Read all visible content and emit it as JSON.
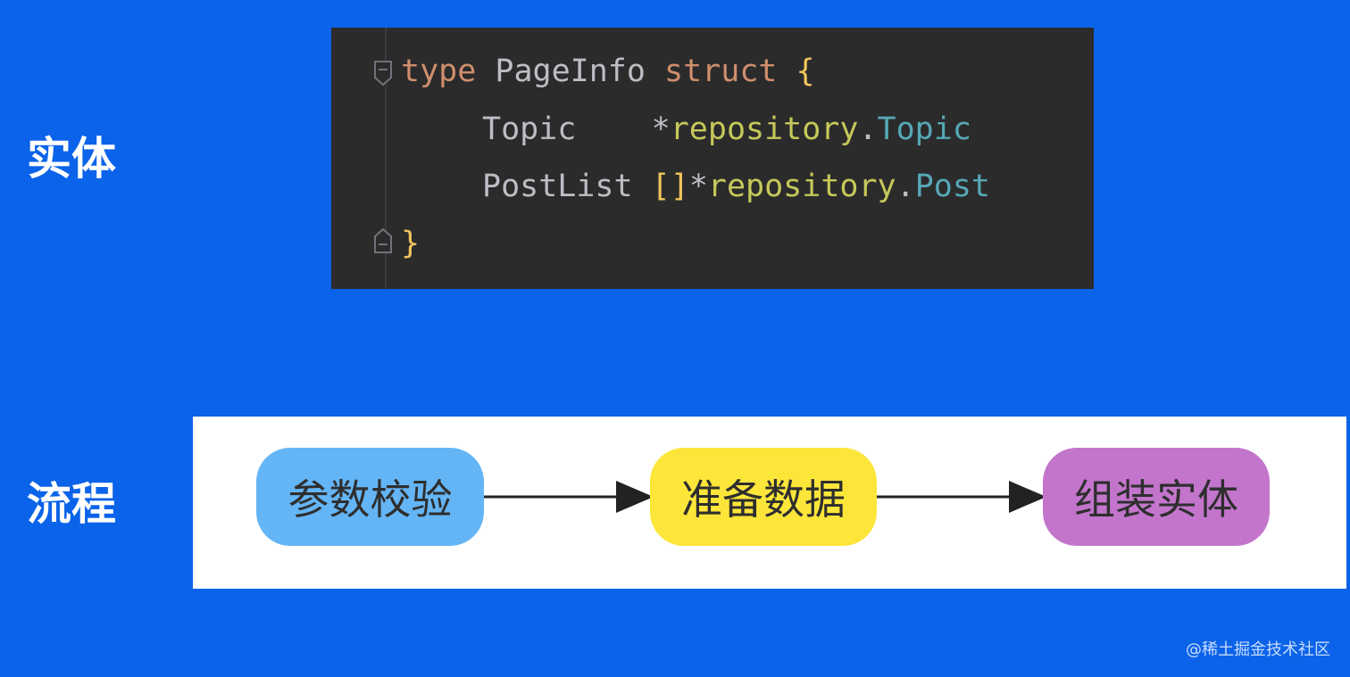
{
  "labels": {
    "entity": "实体",
    "flow": "流程"
  },
  "code": {
    "line1": {
      "kw_type": "type",
      "name": "PageInfo",
      "kw_struct": "struct",
      "brace": "{"
    },
    "line2": {
      "field": "Topic",
      "ptr": "*",
      "pkg": "repository",
      "dot": ".",
      "type": "Topic"
    },
    "line3": {
      "field": "PostList",
      "bracket": "[]",
      "ptr": "*",
      "pkg": "repository",
      "dot": ".",
      "type": "Post"
    },
    "line4": {
      "brace": "}"
    }
  },
  "flow": {
    "nodes": [
      {
        "label": "参数校验",
        "color": "#64b5f6"
      },
      {
        "label": "准备数据",
        "color": "#fde63a"
      },
      {
        "label": "组装实体",
        "color": "#c375cc"
      }
    ]
  },
  "colors": {
    "background": "#0b63e9",
    "code_bg": "#2b2b2b",
    "keyword": "#cf8e6d",
    "brace": "#f2c55c",
    "package": "#c6c85a",
    "type_name": "#56a8b6"
  },
  "footer": {
    "text": "@稀土掘金技术社区"
  }
}
